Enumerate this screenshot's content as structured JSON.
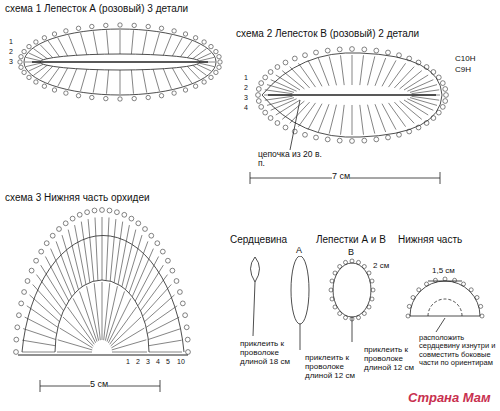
{
  "diagram": {
    "labels": [
      "схема 1 Лепесток А (розовый) 3 детали",
      "схема 2 Лепесток В (розовый) 2 детали",
      "С10Н",
      "С9Н",
      "цепочка из 20 в. п.",
      "7 см",
      "схема 3 Нижняя часть орхидеи",
      "5 см",
      "Сердцевина",
      "Лепестки А и В",
      "А",
      "В",
      "Нижняя часть",
      "2 см",
      "1,5 см",
      "приклеить к проволоке длиной 18 см",
      "приклеить к проволоке длиной 12 см",
      "приклеить к проволоке длиной 12 см",
      "расположить сердцевину изнутри и совместить боковые части по ориентирам",
      "Страна Мам",
      "1",
      "2",
      "3",
      "1",
      "2",
      "3",
      "4",
      "1",
      "2",
      "3",
      "4",
      "5",
      "10"
    ]
  }
}
